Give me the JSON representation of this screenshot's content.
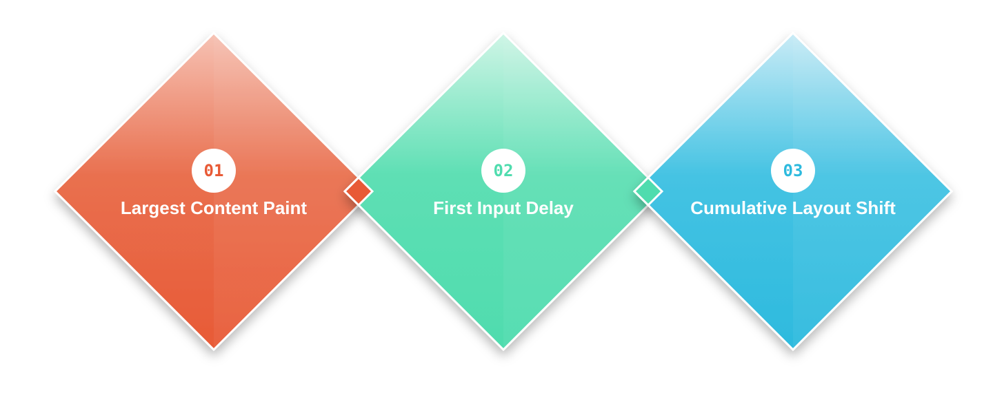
{
  "steps": [
    {
      "number": "01",
      "title": "Largest Content Paint",
      "color": "#E85A36",
      "color_light": "#F6C2B4"
    },
    {
      "number": "02",
      "title": "First Input Delay",
      "color": "#4FDCAE",
      "color_light": "#CFF5E6"
    },
    {
      "number": "03",
      "title": "Cumulative Layout Shift",
      "color": "#2DBADE",
      "color_light": "#C9EBF6"
    }
  ]
}
